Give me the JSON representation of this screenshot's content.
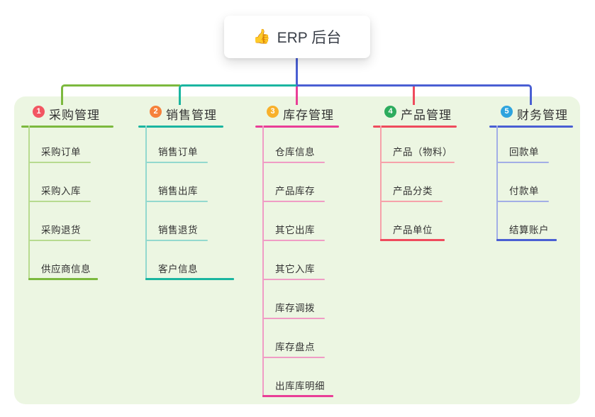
{
  "root": {
    "icon": "👍",
    "label": "ERP 后台"
  },
  "branches": [
    {
      "num": "1",
      "label": "采购管理",
      "badge_color": "#f25662",
      "line_color": "#7cb93e",
      "line_light": "#b7db90",
      "items": [
        "采购订单",
        "采购入库",
        "采购退货",
        "供应商信息"
      ]
    },
    {
      "num": "2",
      "label": "销售管理",
      "badge_color": "#f6813a",
      "line_color": "#1bb5a0",
      "line_light": "#93d9ce",
      "items": [
        "销售订单",
        "销售出库",
        "销售退货",
        "客户信息"
      ]
    },
    {
      "num": "3",
      "label": "库存管理",
      "badge_color": "#f8b02b",
      "line_color": "#e93f97",
      "line_light": "#f09cc5",
      "items": [
        "仓库信息",
        "产品库存",
        "其它出库",
        "其它入库",
        "库存调拨",
        "库存盘点",
        "出库库明细"
      ]
    },
    {
      "num": "4",
      "label": "产品管理",
      "badge_color": "#2dac5e",
      "line_color": "#ef4b5d",
      "line_light": "#f6a2aa",
      "items": [
        "产品（物料）",
        "产品分类",
        "产品单位"
      ]
    },
    {
      "num": "5",
      "label": "财务管理",
      "badge_color": "#2ea4de",
      "line_color": "#4a5fd3",
      "line_light": "#a2aee6",
      "items": [
        "回款单",
        "付款单",
        "结算账户"
      ]
    }
  ],
  "colors": {
    "canvas_bg": "#ffffff",
    "panel_bg": "#ecf6e2",
    "text": "#333333",
    "root_text": "#3b4049",
    "root_connector": "#4a5fd3"
  }
}
